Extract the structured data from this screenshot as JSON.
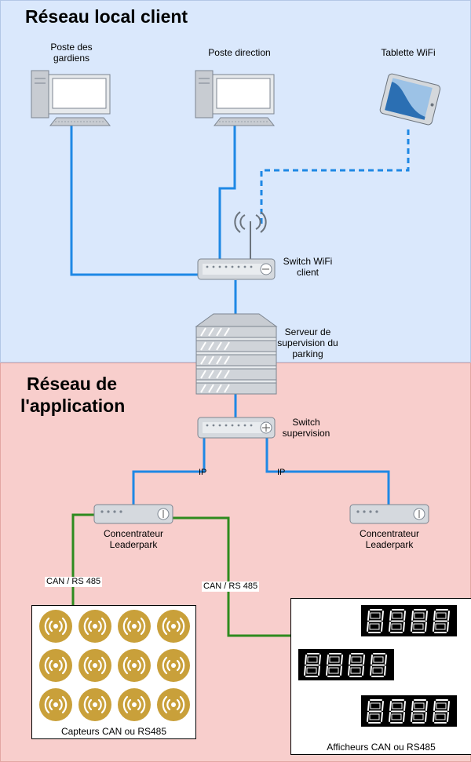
{
  "zones": {
    "client": {
      "title": "Réseau local client"
    },
    "application": {
      "title_line1": "Réseau de",
      "title_line2": "l'application"
    }
  },
  "nodes": {
    "guard_pc": {
      "line1": "Poste des",
      "line2": "gardiens"
    },
    "direction_pc": {
      "label": "Poste direction"
    },
    "tablet": {
      "label": "Tablette WiFi"
    },
    "wifi_switch": {
      "line1": "Switch WiFi",
      "line2": "client"
    },
    "server": {
      "line1": "Serveur de",
      "line2": "supervision du",
      "line3": "parking"
    },
    "supervision_switch": {
      "line1": "Switch",
      "line2": "supervision"
    },
    "concentrator_left": {
      "line1": "Concentrateur",
      "line2": "Leaderpark"
    },
    "concentrator_right": {
      "line1": "Concentrateur",
      "line2": "Leaderpark"
    }
  },
  "links": {
    "ip_left": "IP",
    "ip_right": "IP",
    "can_sensors": "CAN / RS 485",
    "can_displays": "CAN / RS 485"
  },
  "groups": {
    "sensors": {
      "caption": "Capteurs CAN ou RS485",
      "count": 12
    },
    "displays": {
      "caption": "Afficheurs CAN ou RS485",
      "count": 3
    }
  },
  "colors": {
    "ip_link": "#1e88e5",
    "can_link": "#2e8b1e",
    "client_zone": "#dae8fc",
    "application_zone": "#f8cecc",
    "sensor": "#c9a03a"
  }
}
